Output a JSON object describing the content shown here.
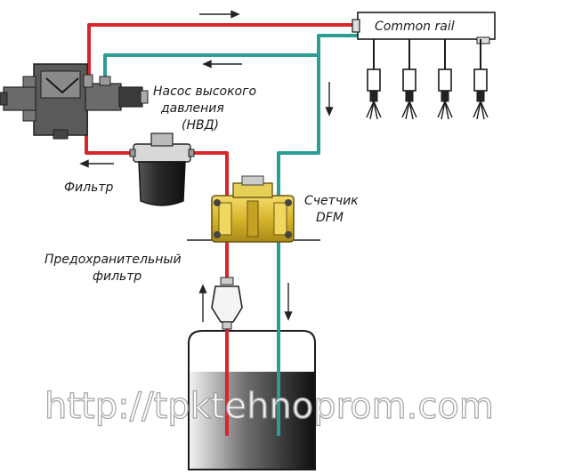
{
  "labels": {
    "common_rail": "Common rail",
    "pump_line1": "Насос высокого",
    "pump_line2": "давления",
    "pump_line3": "(НВД)",
    "filter": "Фильтр",
    "meter_line1": "Счетчик",
    "meter_line2": "DFM",
    "safety_line1": "Предохранительный",
    "safety_line2": "фильтр"
  },
  "watermark": "http://tpktehnoprom.com",
  "colors": {
    "supply_line": "#d9262c",
    "return_line": "#2a9d95",
    "meter_body": "#e2c23a",
    "tank_dark": "#1a1a1a"
  }
}
